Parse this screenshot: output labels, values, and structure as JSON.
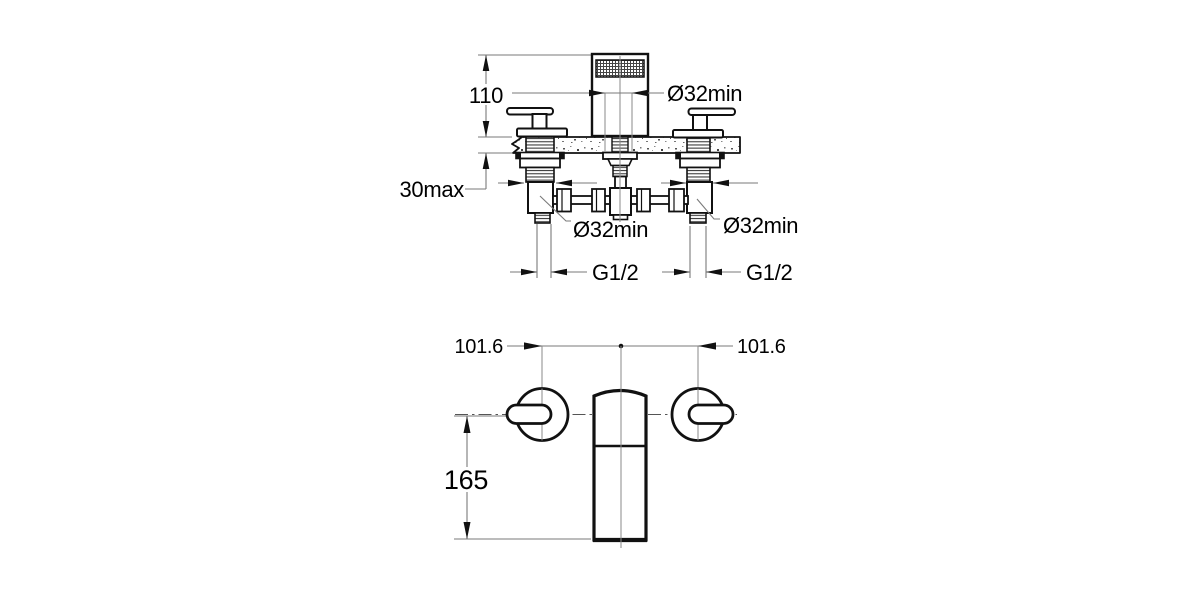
{
  "front_view": {
    "dimensions": {
      "spout_height": "110",
      "spout_hole_diameter": "Ø32min",
      "deck_thickness": "30max",
      "left_valve_hole_diameter": "Ø32min",
      "right_valve_hole_diameter": "Ø32min",
      "left_inlet_thread": "G1/2",
      "right_inlet_thread": "G1/2"
    }
  },
  "plan_view": {
    "dimensions": {
      "left_handle_offset": "101.6",
      "right_handle_offset": "101.6",
      "spout_projection": "165"
    }
  },
  "colors": {
    "background": "#ffffff",
    "object_line": "#111111",
    "dimension_line": "#7a7a7a",
    "text": "#000000"
  }
}
